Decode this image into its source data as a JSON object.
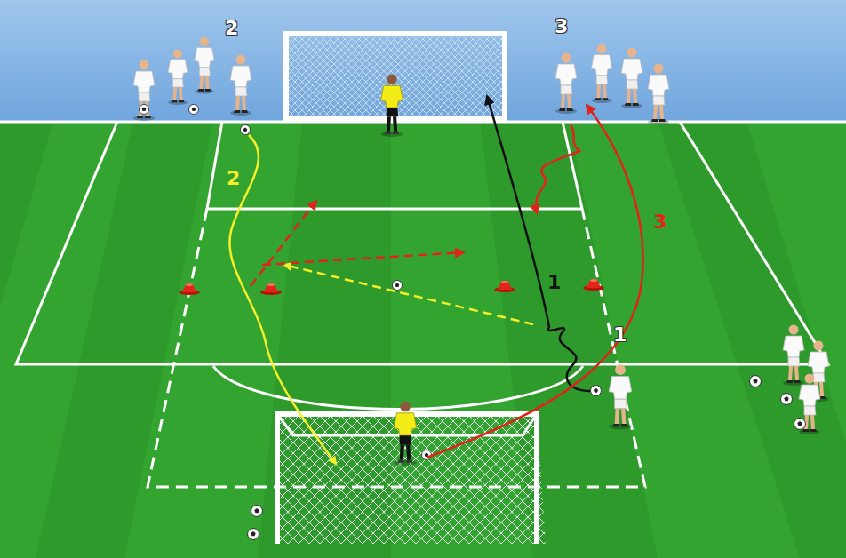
{
  "diagram": {
    "labels": [
      "2",
      "3",
      "2",
      "1",
      "3",
      "1"
    ]
  }
}
